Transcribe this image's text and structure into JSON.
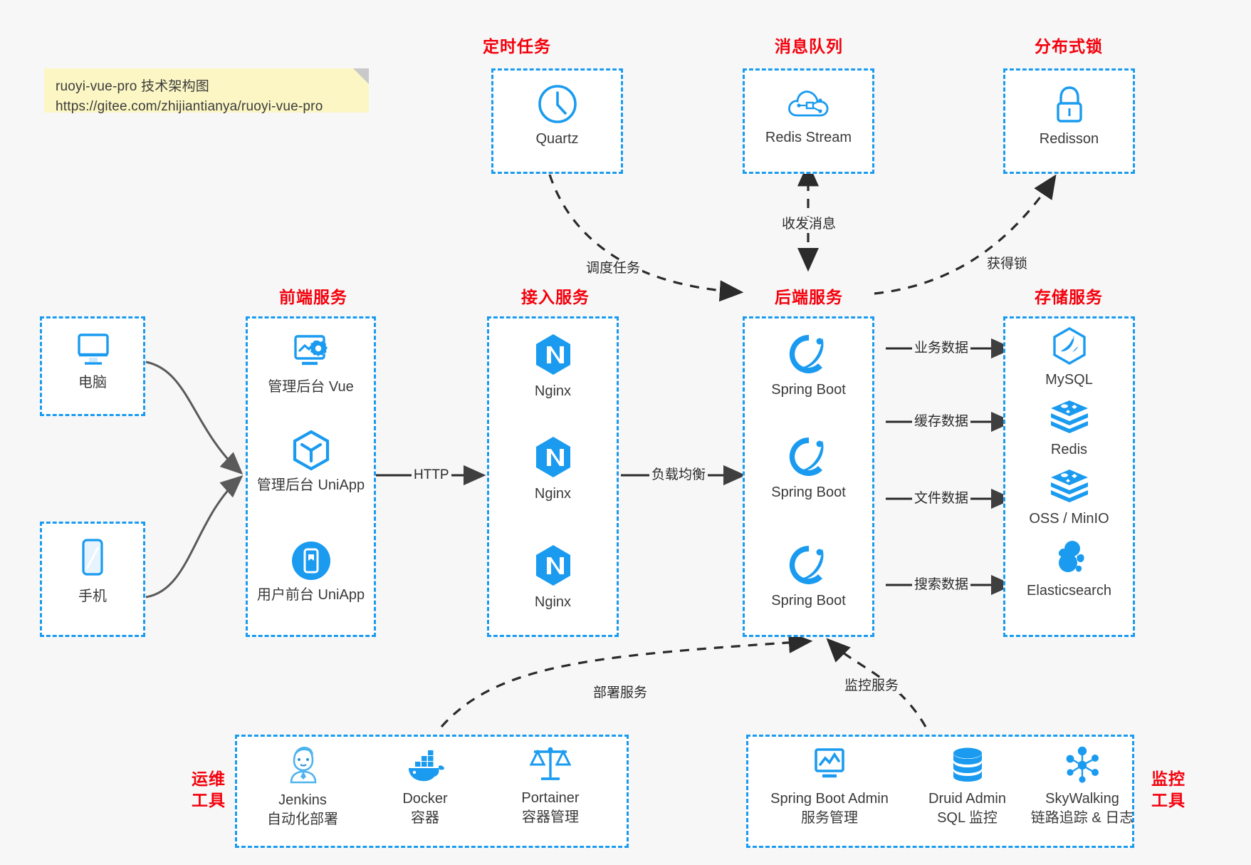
{
  "note": {
    "line1": "ruoyi-vue-pro 技术架构图",
    "line2": "https://gitee.com/zhijiantianya/ruoyi-vue-pro"
  },
  "groups": {
    "scheduler": "定时任务",
    "mq": "消息队列",
    "lock": "分布式锁",
    "frontend": "前端服务",
    "gateway": "接入服务",
    "backend": "后端服务",
    "storage": "存储服务",
    "devops_line1": "运维",
    "devops_line2": "工具",
    "monitor_line1": "监控",
    "monitor_line2": "工具"
  },
  "nodes": {
    "quartz": {
      "label": "Quartz",
      "icon": "clock-icon"
    },
    "redis_stream": {
      "label": "Redis Stream",
      "icon": "cloud-network-icon"
    },
    "redisson": {
      "label": "Redisson",
      "icon": "lock-icon"
    },
    "computer": {
      "label": "电脑",
      "icon": "monitor-icon"
    },
    "phone": {
      "label": "手机",
      "icon": "smartphone-icon"
    },
    "admin_vue": {
      "label": "管理后台 Vue",
      "icon": "dashboard-gear-icon"
    },
    "admin_uniapp": {
      "label": "管理后台 UniApp",
      "icon": "hexagon-cube-icon"
    },
    "user_uniapp": {
      "label": "用户前台 UniApp",
      "icon": "mobile-app-icon"
    },
    "nginx1": {
      "label": "Nginx",
      "icon": "nginx-icon"
    },
    "nginx2": {
      "label": "Nginx",
      "icon": "nginx-icon"
    },
    "nginx3": {
      "label": "Nginx",
      "icon": "nginx-icon"
    },
    "springboot1": {
      "label": "Spring Boot",
      "icon": "spring-leaf-icon"
    },
    "springboot2": {
      "label": "Spring Boot",
      "icon": "spring-leaf-icon"
    },
    "springboot3": {
      "label": "Spring Boot",
      "icon": "spring-leaf-icon"
    },
    "mysql": {
      "label": "MySQL",
      "icon": "mysql-dolphin-icon"
    },
    "redis": {
      "label": "Redis",
      "icon": "redis-stack-icon"
    },
    "oss": {
      "label": "OSS / MinIO",
      "icon": "redis-stack-icon"
    },
    "elasticsearch": {
      "label": "Elasticsearch",
      "icon": "elasticsearch-cluster-icon"
    },
    "jenkins": {
      "label": "Jenkins",
      "sub": "自动化部署",
      "icon": "jenkins-butler-icon"
    },
    "docker": {
      "label": "Docker",
      "sub": "容器",
      "icon": "docker-whale-icon"
    },
    "portainer": {
      "label": "Portainer",
      "sub": "容器管理",
      "icon": "scales-icon"
    },
    "sba": {
      "label": "Spring Boot Admin",
      "sub": "服务管理",
      "icon": "monitor-chart-icon"
    },
    "druid": {
      "label": "Druid Admin",
      "sub": "SQL 监控",
      "icon": "database-icon"
    },
    "skywalking": {
      "label": "SkyWalking",
      "sub": "链路追踪 & 日志",
      "icon": "node-network-icon"
    }
  },
  "edges": {
    "schedule_task": "调度任务",
    "send_receive_message": "收发消息",
    "acquire_lock": "获得锁",
    "http": "HTTP",
    "load_balance": "负载均衡",
    "business_data": "业务数据",
    "cache_data": "缓存数据",
    "file_data": "文件数据",
    "search_data": "搜索数据",
    "deploy_service": "部署服务",
    "monitor_service": "监控服务"
  },
  "colors": {
    "accent_blue": "#1a9bf0",
    "title_red": "#f4000c",
    "edge_gray": "#3f3f3f",
    "note_yellow": "#fbf6c4",
    "background": "#f7f7f7"
  }
}
